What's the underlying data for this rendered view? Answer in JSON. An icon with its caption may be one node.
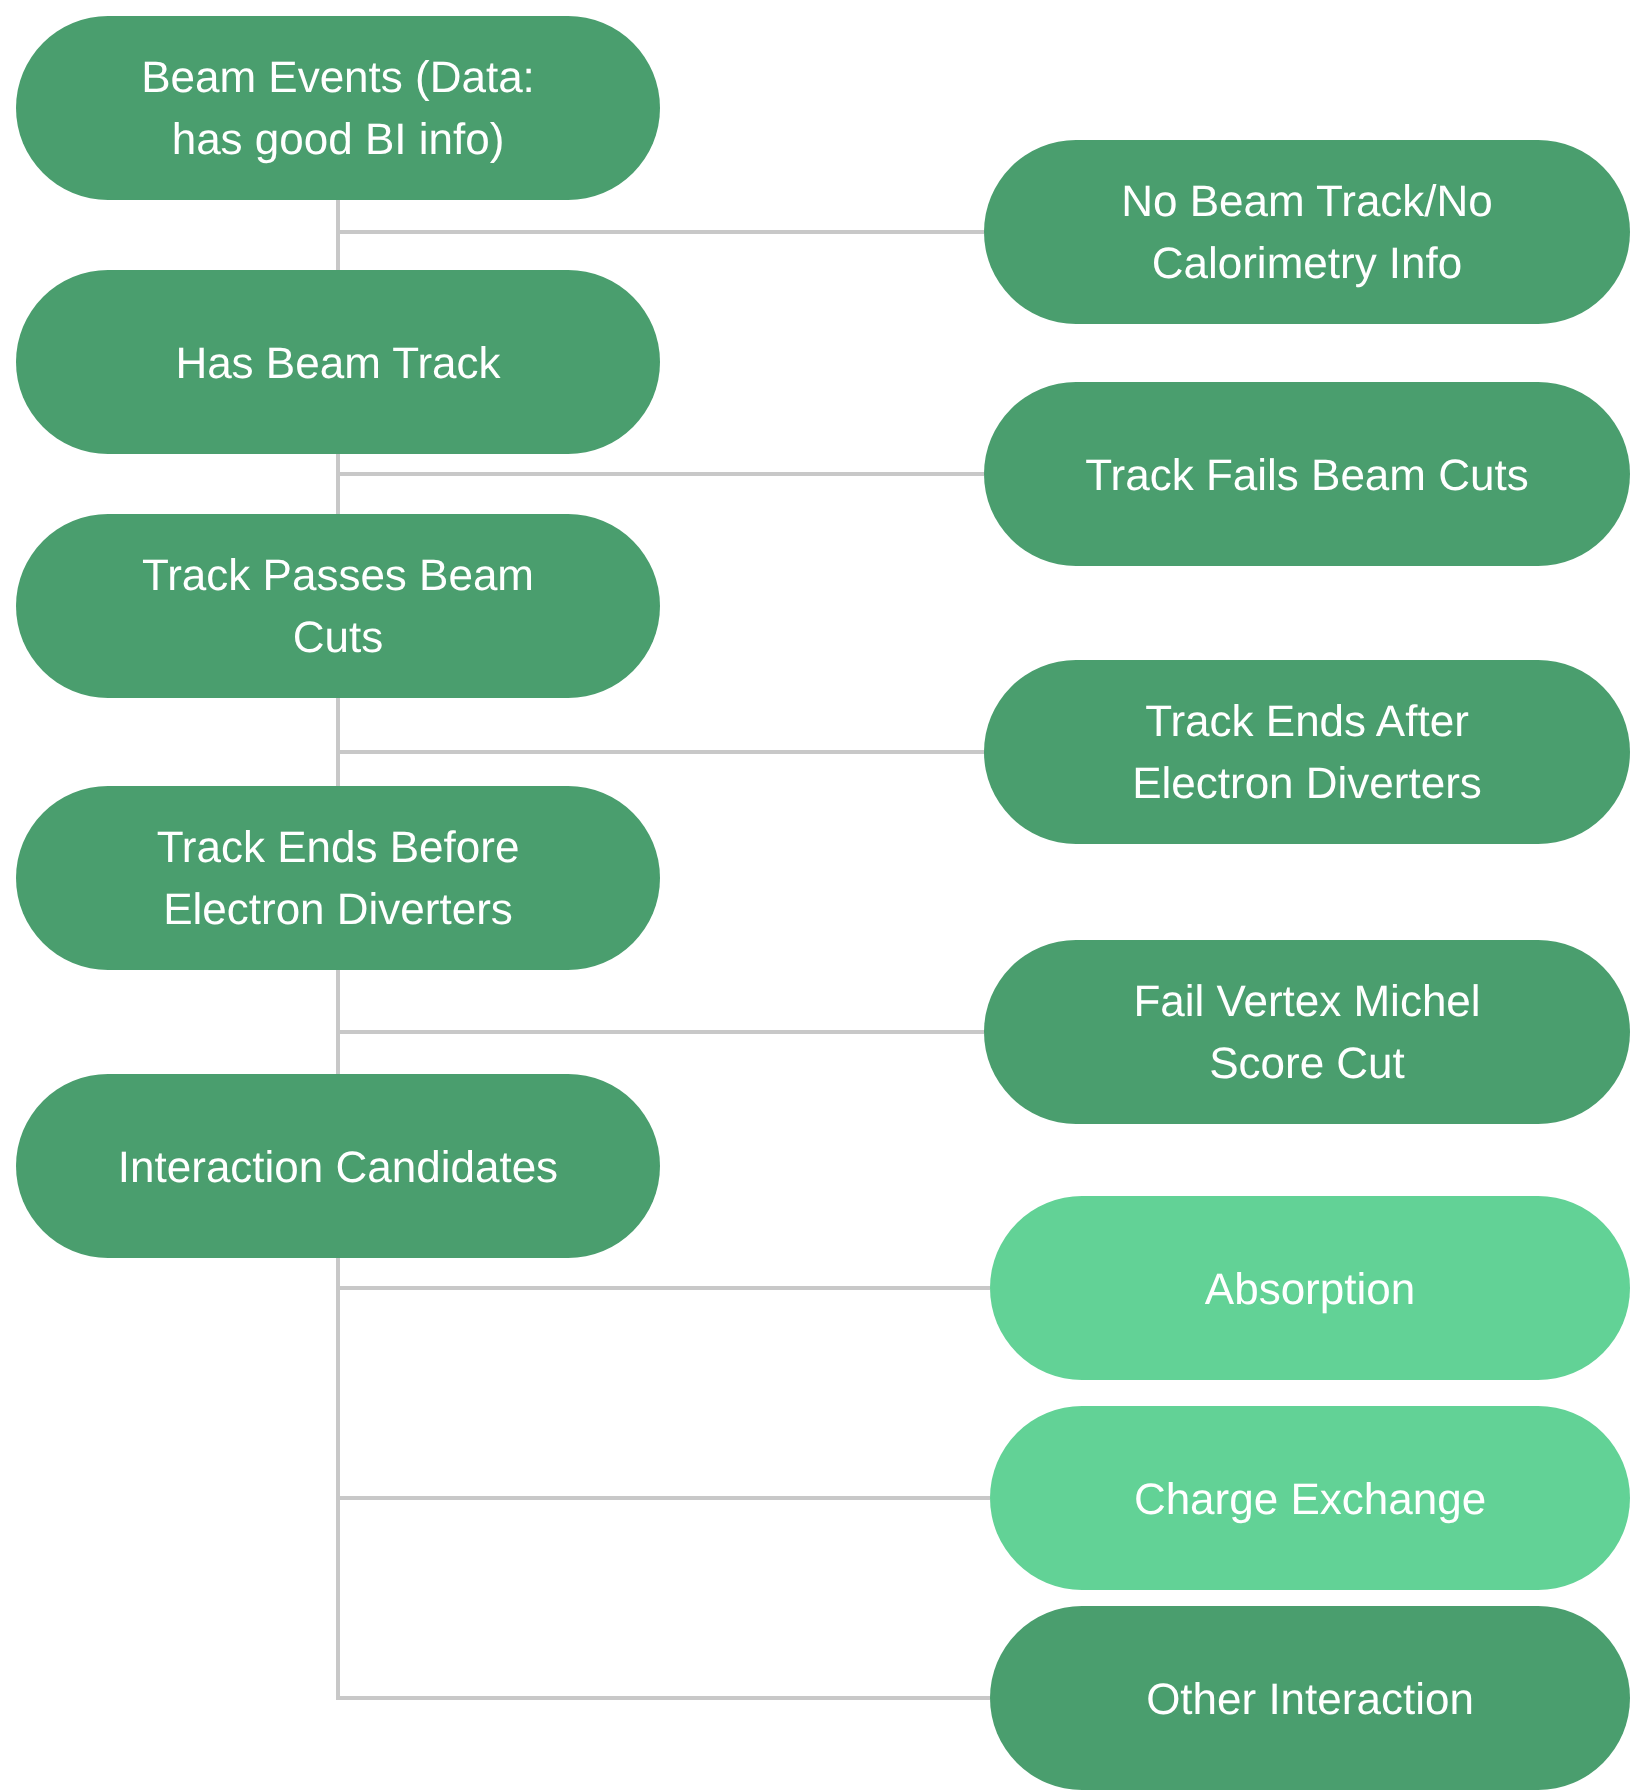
{
  "diagram": {
    "nodes": [
      {
        "text": [
          "Beam Events (Data: has good BI info)"
        ]
      },
      {
        "text": [
          "No Beam Track/No Calorimetry Info"
        ]
      },
      {
        "text": [
          "Has Beam Track"
        ]
      },
      {
        "text": [
          "Track Fails Beam Cuts"
        ]
      },
      {
        "text": [
          "Track Passes Beam Cuts"
        ]
      },
      {
        "text": [
          "Track Ends After Electron Diverters"
        ]
      },
      {
        "text": [
          "Track Ends Before Electron Diverters"
        ]
      },
      {
        "text": [
          "Fail Vertex Michel Score Cut"
        ]
      },
      {
        "text": [
          "Interaction Candidates"
        ]
      },
      {
        "text": [
          "Absorption"
        ]
      },
      {
        "text": [
          "Charge Exchange"
        ]
      },
      {
        "text": [
          "Other Interaction"
        ]
      }
    ],
    "edges": [
      {
        "from": 0,
        "to": 1,
        "arrow": "none"
      },
      {
        "from": 0,
        "to": 2,
        "arrow": "none"
      },
      {
        "from": 2,
        "to": 3,
        "arrow": "none"
      },
      {
        "from": 2,
        "to": 4,
        "arrow": "none"
      },
      {
        "from": 4,
        "to": 5,
        "arrow": "none"
      },
      {
        "from": 4,
        "to": 6,
        "arrow": "none"
      },
      {
        "from": 6,
        "to": 7,
        "arrow": "none"
      },
      {
        "from": 6,
        "to": 8,
        "arrow": "none"
      },
      {
        "from": 8,
        "to": 9,
        "arrow": "none"
      },
      {
        "from": 8,
        "to": 10,
        "arrow": "none"
      },
      {
        "from": 8,
        "to": 11,
        "arrow": "none"
      }
    ]
  }
}
